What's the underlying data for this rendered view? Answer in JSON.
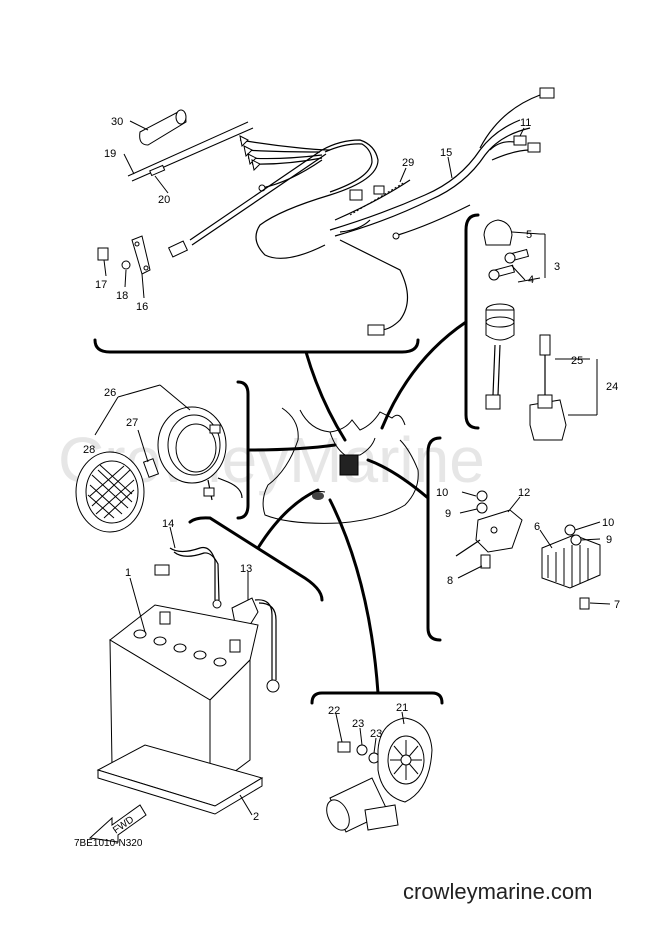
{
  "watermark": "CrowleyMarine",
  "site_url": "crowleymarine.com",
  "diagram_code": "7BE1010-N320",
  "fwd_label": "FWD",
  "callouts": [
    {
      "id": "c30",
      "text": "30"
    },
    {
      "id": "c19",
      "text": "19"
    },
    {
      "id": "c20",
      "text": "20"
    },
    {
      "id": "c17",
      "text": "17"
    },
    {
      "id": "c18",
      "text": "18"
    },
    {
      "id": "c16",
      "text": "16"
    },
    {
      "id": "c29",
      "text": "29"
    },
    {
      "id": "c15",
      "text": "15"
    },
    {
      "id": "c11",
      "text": "11"
    },
    {
      "id": "c5",
      "text": "5"
    },
    {
      "id": "c3",
      "text": "3"
    },
    {
      "id": "c4",
      "text": "4"
    },
    {
      "id": "c25",
      "text": "25"
    },
    {
      "id": "c24",
      "text": "24"
    },
    {
      "id": "c26",
      "text": "26"
    },
    {
      "id": "c27",
      "text": "27"
    },
    {
      "id": "c28",
      "text": "28"
    },
    {
      "id": "c10a",
      "text": "10"
    },
    {
      "id": "c9a",
      "text": "9"
    },
    {
      "id": "c12",
      "text": "12"
    },
    {
      "id": "c8",
      "text": "8"
    },
    {
      "id": "c6",
      "text": "6"
    },
    {
      "id": "c10b",
      "text": "10"
    },
    {
      "id": "c9b",
      "text": "9"
    },
    {
      "id": "c7",
      "text": "7"
    },
    {
      "id": "c14",
      "text": "14"
    },
    {
      "id": "c13",
      "text": "13"
    },
    {
      "id": "c1",
      "text": "1"
    },
    {
      "id": "c2",
      "text": "2"
    },
    {
      "id": "c22",
      "text": "22"
    },
    {
      "id": "c23a",
      "text": "23"
    },
    {
      "id": "c23b",
      "text": "23"
    },
    {
      "id": "c21",
      "text": "21"
    }
  ]
}
